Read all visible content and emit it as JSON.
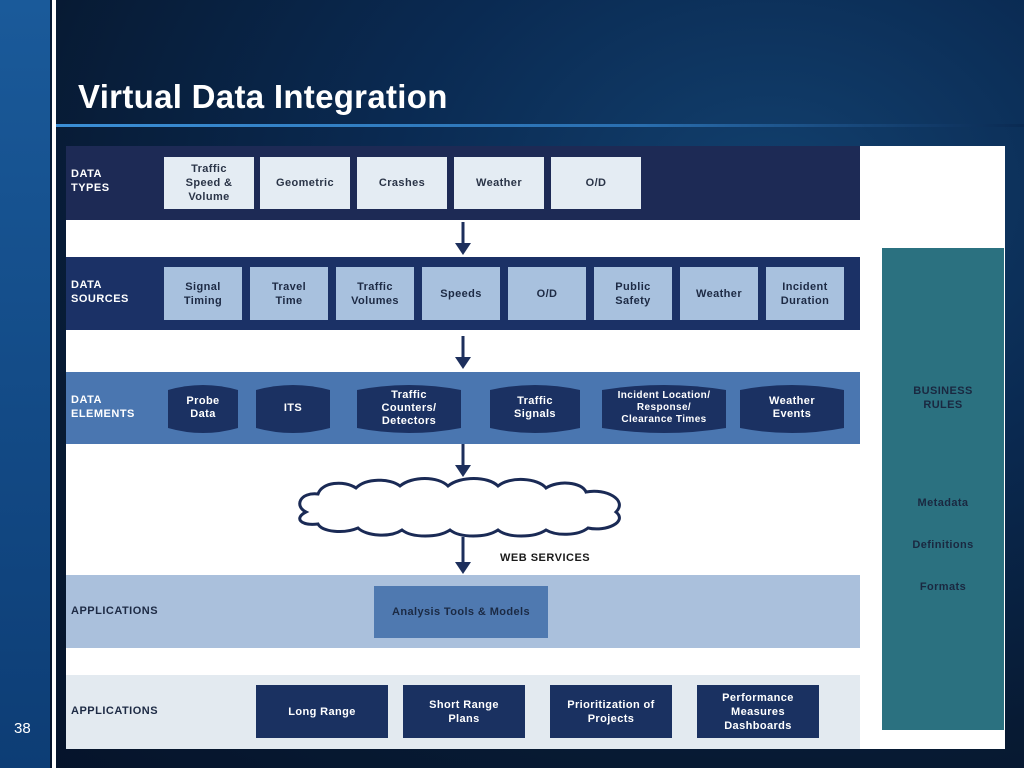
{
  "slide": {
    "title": "Virtual Data Integration",
    "page_number": "38"
  },
  "diagram": {
    "data_types": {
      "label": "DATA\nTYPES",
      "items": [
        "Traffic\nSpeed &\nVolume",
        "Geometric",
        "Crashes",
        "Weather",
        "O/D"
      ]
    },
    "data_sources": {
      "label": "DATA\nSOURCES",
      "items": [
        "Signal\nTiming",
        "Travel\nTime",
        "Traffic\nVolumes",
        "Speeds",
        "O/D",
        "Public\nSafety",
        "Weather",
        "Incident\nDuration"
      ]
    },
    "data_elements": {
      "label": "DATA\nELEMENTS",
      "items": [
        "Probe\nData",
        "ITS",
        "Traffic\nCounters/\nDetectors",
        "Traffic\nSignals",
        "Incident Location/\nResponse/\nClearance Times",
        "Weather\nEvents"
      ]
    },
    "web_services": {
      "label": "WEB SERVICES"
    },
    "applications_1": {
      "label": "APPLICATIONS",
      "items": [
        "Analysis Tools & Models"
      ]
    },
    "applications_2": {
      "label": "APPLICATIONS",
      "items": [
        "Long Range",
        "Short Range\nPlans",
        "Prioritization of\nProjects",
        "Performance\nMeasures\nDashboards"
      ]
    },
    "side_panel": {
      "title": "BUSINESS\nRULES",
      "items": [
        "Metadata",
        "Definitions",
        "Formats"
      ]
    }
  },
  "colors": {
    "background": "#071a33",
    "band_types": "#1d2a55",
    "band_sources": "#1b3166",
    "band_elements": "#4a76b0",
    "band_apps1": "#aac0dc",
    "band_apps2": "#e3eaf0",
    "side_panel": "#2b7180"
  }
}
